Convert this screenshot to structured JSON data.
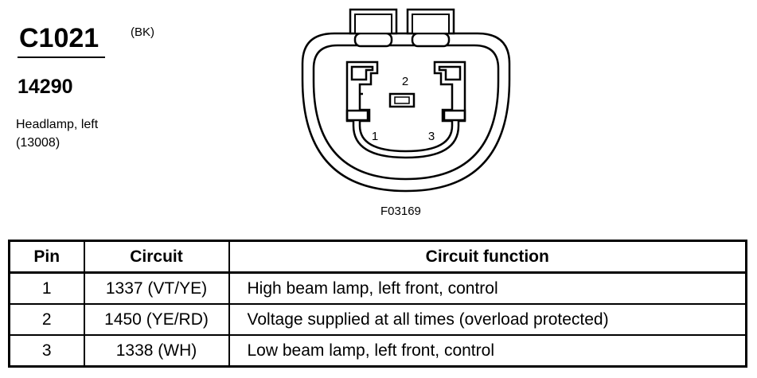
{
  "connector": {
    "id": "C1021",
    "color": "(BK)",
    "part_number": "14290",
    "description_line1": "Headlamp, left",
    "description_line2": "(13008)"
  },
  "diagram": {
    "pin_labels": [
      "1",
      "2",
      "3"
    ],
    "figure_id": "F03169"
  },
  "table": {
    "headers": {
      "pin": "Pin",
      "circuit": "Circuit",
      "function": "Circuit function"
    },
    "rows": [
      {
        "pin": "1",
        "circuit": "1337 (VT/YE)",
        "function": "High beam lamp, left front, control"
      },
      {
        "pin": "2",
        "circuit": "1450 (YE/RD)",
        "function": "Voltage supplied at all times (overload protected)"
      },
      {
        "pin": "3",
        "circuit": "1338 (WH)",
        "function": "Low beam lamp, left front, control"
      }
    ]
  }
}
